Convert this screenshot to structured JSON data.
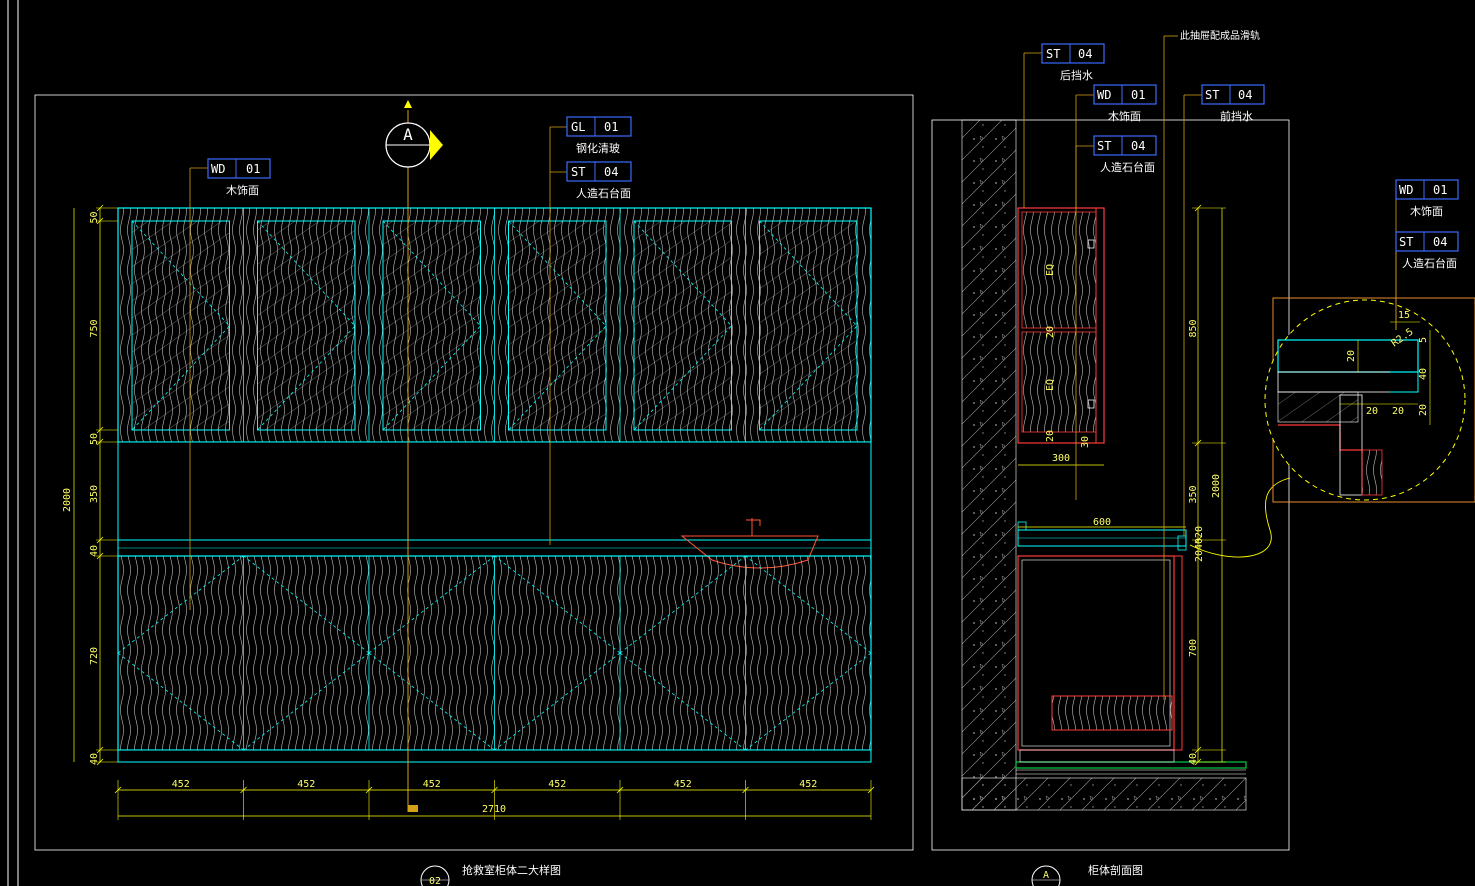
{
  "colors": {
    "background": "#000000",
    "frame": "#ffffff",
    "cabinet": "#00ffff",
    "dimension": "#ffff00",
    "leader": "#d4a017",
    "tag_box": "#3b6cff",
    "section_red": "#ff3b3b",
    "floor_green": "#00cc44",
    "hatch": "#ffffff"
  },
  "elevation": {
    "section_marker": "A",
    "tags": [
      {
        "code": "WD",
        "num": "01",
        "label": "木饰面"
      },
      {
        "code": "GL",
        "num": "01",
        "label": "钢化清玻"
      },
      {
        "code": "ST",
        "num": "04",
        "label": "人造石台面"
      }
    ],
    "vertical_dims": [
      "50",
      "750",
      "50",
      "350",
      "40",
      "720",
      "40"
    ],
    "total_height": "2000",
    "bay_widths": [
      "452",
      "452",
      "452",
      "452",
      "452",
      "452"
    ],
    "total_width": "2710",
    "title_num": "02",
    "title": "抢救室柜体二大样图"
  },
  "section": {
    "tags": [
      {
        "code": "ST",
        "num": "04",
        "label": "后挡水"
      },
      {
        "code": "WD",
        "num": "01",
        "label": "木饰面"
      },
      {
        "code": "ST",
        "num": "04",
        "label": "人造石台面"
      },
      {
        "code": "ST",
        "num": "04",
        "label": "前挡水"
      }
    ],
    "top_note": "此抽屉配成品滑轨",
    "upper_dims": [
      "EQ",
      "20",
      "EQ",
      "20"
    ],
    "shelf_dims": [
      "20",
      "30"
    ],
    "upper_depth": "300",
    "counter_depth": "600",
    "small_dims": [
      "20",
      "40",
      "20"
    ],
    "right_dims": [
      "850",
      "350",
      "700",
      "40"
    ],
    "total_height": "2000",
    "title_marker": "A",
    "title": "柜体剖面图"
  },
  "detail": {
    "tags": [
      {
        "code": "WD",
        "num": "01",
        "label": "木饰面"
      },
      {
        "code": "ST",
        "num": "04",
        "label": "人造石台面"
      }
    ],
    "dims": [
      "15",
      "R2.5",
      "5",
      "20",
      "40",
      "20",
      "20",
      "20"
    ]
  }
}
